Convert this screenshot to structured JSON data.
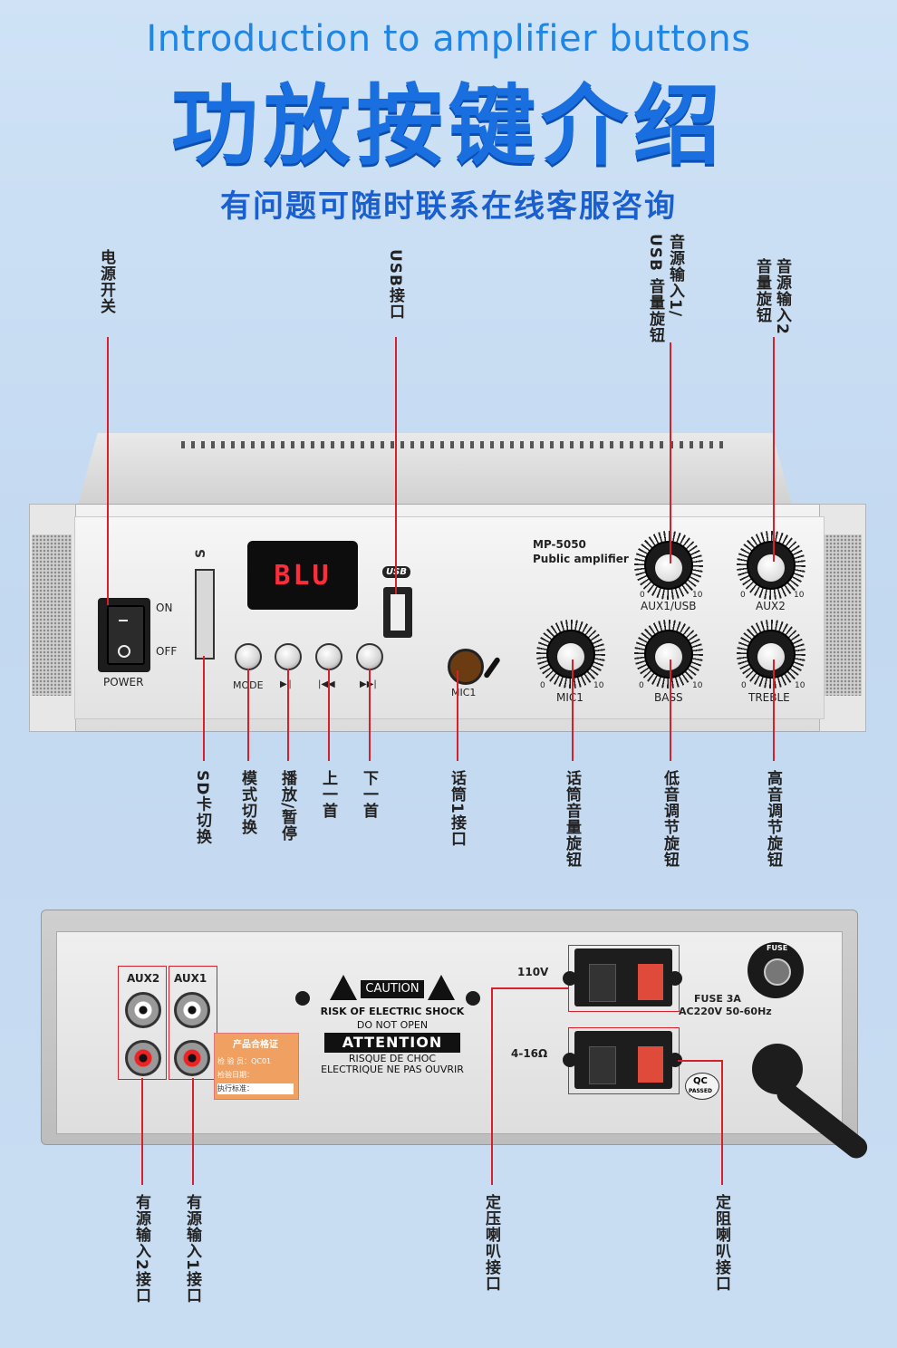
{
  "header": {
    "en_title": "Introduction to amplifier buttons",
    "cn_title": "功放按键介绍",
    "cn_subtitle": "有问题可随时联系在线客服咨询"
  },
  "top_labels": {
    "power_switch": "电源开关",
    "usb_port": "USB接口",
    "aux1_usb_volume": "音源输入1/\nUSB 音量旋钮",
    "aux2_volume": "音源输入2\n音量旋钮"
  },
  "bottom_labels": {
    "sd_switch": "SD卡切换",
    "mode_switch": "模式切换",
    "play_pause": "播放/暂停",
    "prev": "上一首",
    "next": "下一首",
    "mic1_jack": "话筒1接口",
    "mic_volume": "话筒音量旋钮",
    "bass": "低音调节旋钮",
    "treble": "高音调节旋钮"
  },
  "front_panel": {
    "display": "BLU",
    "model": "MP-5050",
    "model_desc": "Public amplifier",
    "power": "POWER",
    "on": "ON",
    "off": "OFF",
    "mode": "MODE",
    "play": "▶‖",
    "prev_icon": "|◀◀",
    "next_icon": "▶▶|",
    "usb_logo": "USB",
    "mic1": "MIC1",
    "aux1_usb": "AUX1/USB",
    "aux2": "AUX2",
    "mic1_knob": "MIC1",
    "bass": "BASS",
    "treble": "TREBLE",
    "scale_min": "0",
    "scale_max": "10"
  },
  "rear_panel": {
    "aux2": "AUX2",
    "aux1": "AUX1",
    "caution": "CAUTION",
    "risk": "RISK OF ELECTRIC SHOCK",
    "do_not_open": "DO NOT OPEN",
    "attention": "ATTENTION",
    "risque": "RISQUE DE CHOC",
    "electrique": "ELECTRIQUE NE PAS OUVRIR",
    "cert_title": "产品合格证",
    "cert_line1": "检 验 员：QC01",
    "cert_line2": "检验日期：",
    "cert_line3": "执行标准：",
    "v110": "110V",
    "ohm": "4-16Ω",
    "fuse": "FUSE 3A",
    "ac": "AC220V 50-60Hz",
    "fuse_cap": "FUSE",
    "qc": "QC",
    "qc_passed": "PASSED"
  },
  "rear_labels": {
    "aux2_input": "有源输入2接口",
    "aux1_input": "有源输入1接口",
    "constant_voltage": "定压喇叭接口",
    "constant_impedance": "定阻喇叭接口"
  },
  "colors": {
    "accent": "#1a6fe0",
    "line": "#d6202b",
    "background": "#c8dcf2"
  }
}
